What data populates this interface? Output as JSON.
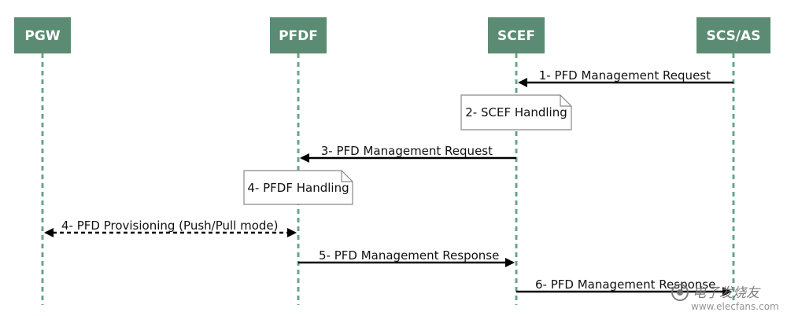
{
  "colors": {
    "participant_fill": "#5b8c73",
    "lifeline": "#6aa58a",
    "arrow": "#000000",
    "note_fill": "#ffffff",
    "note_stroke": "#888888"
  },
  "participants": [
    {
      "id": "pgw",
      "label": "PGW"
    },
    {
      "id": "pfdf",
      "label": "PFDF"
    },
    {
      "id": "scef",
      "label": "SCEF"
    },
    {
      "id": "scs",
      "label": "SCS/AS"
    }
  ],
  "messages": [
    {
      "label": "1- PFD Management Request",
      "from": "scs",
      "to": "scef",
      "style": "solid"
    },
    {
      "label": "3- PFD Management Request",
      "from": "scef",
      "to": "pfdf",
      "style": "solid"
    },
    {
      "label": "4- PFD Provisioning (Push/Pull mode)",
      "from": "pfdf",
      "to": "pgw",
      "style": "dashed-bidirectional"
    },
    {
      "label": "5- PFD Management Response",
      "from": "pfdf",
      "to": "scef",
      "style": "solid"
    },
    {
      "label": "6- PFD Management Response",
      "from": "scef",
      "to": "scs",
      "style": "solid"
    }
  ],
  "notes": [
    {
      "label": "2- SCEF Handling",
      "over": "scef"
    },
    {
      "label": "4- PFDF Handling",
      "over": "pfdf"
    }
  ],
  "watermark": {
    "logo_text": "电子发烧友",
    "url_text": "www.elecfans.com"
  }
}
